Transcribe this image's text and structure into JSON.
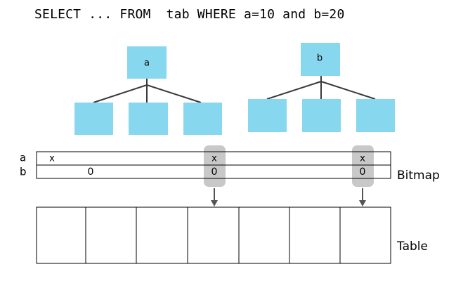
{
  "query": "SELECT ... FROM  tab WHERE a=10 and b=20",
  "colors": {
    "index_node": "#87d8ee",
    "edge": "#3a3a3a",
    "highlight": "#c8c8c8",
    "arrow": "#555555"
  },
  "index_a": {
    "root_label": "a"
  },
  "index_b": {
    "root_label": "b"
  },
  "bitmap": {
    "row_labels": [
      "a",
      "b"
    ],
    "label": "Bitmap",
    "row_a_marks": [
      "x",
      "x",
      "x"
    ],
    "row_b_marks": [
      "0",
      "0",
      "0"
    ]
  },
  "table": {
    "label": "Table",
    "columns": 7
  }
}
